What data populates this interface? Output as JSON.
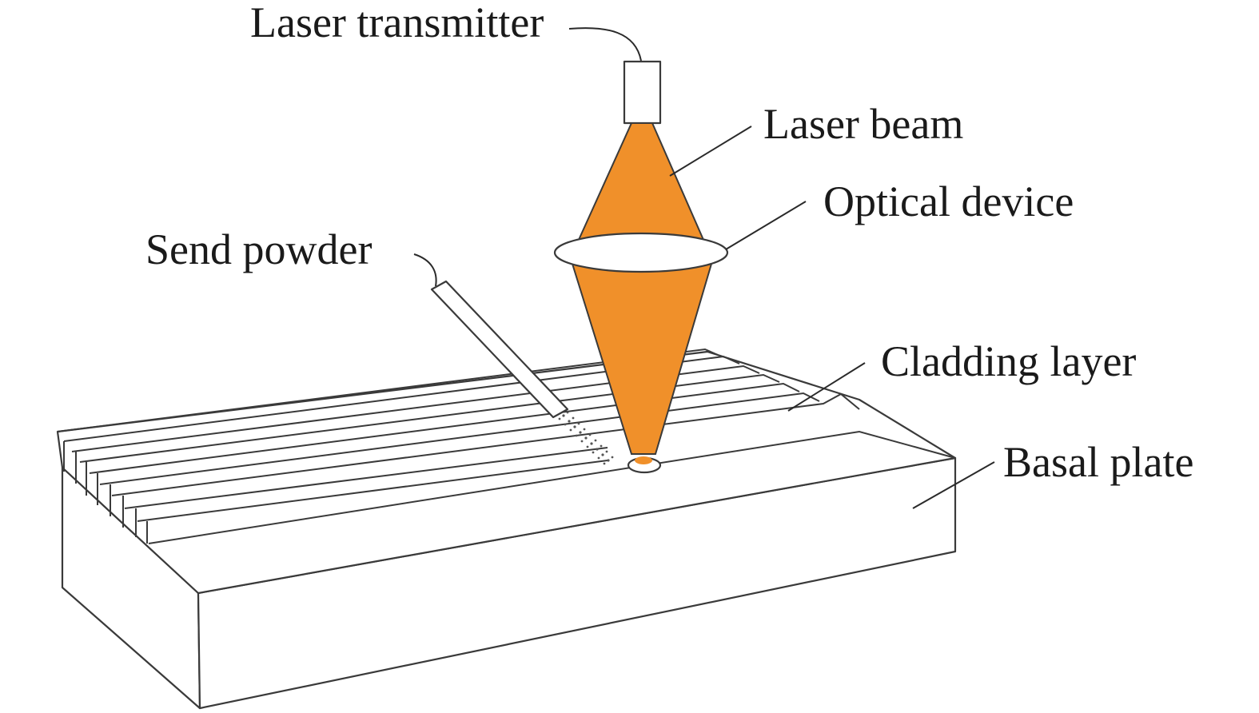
{
  "diagram": {
    "labels": {
      "laser_transmitter": "Laser transmitter",
      "laser_beam": "Laser beam",
      "optical_device": "Optical device",
      "send_powder": "Send powder",
      "cladding_layer": "Cladding layer",
      "basal_plate": "Basal plate"
    },
    "colors": {
      "beam": "#F0902A",
      "outline": "#3A3A3A",
      "background": "#FFFFFF"
    }
  }
}
